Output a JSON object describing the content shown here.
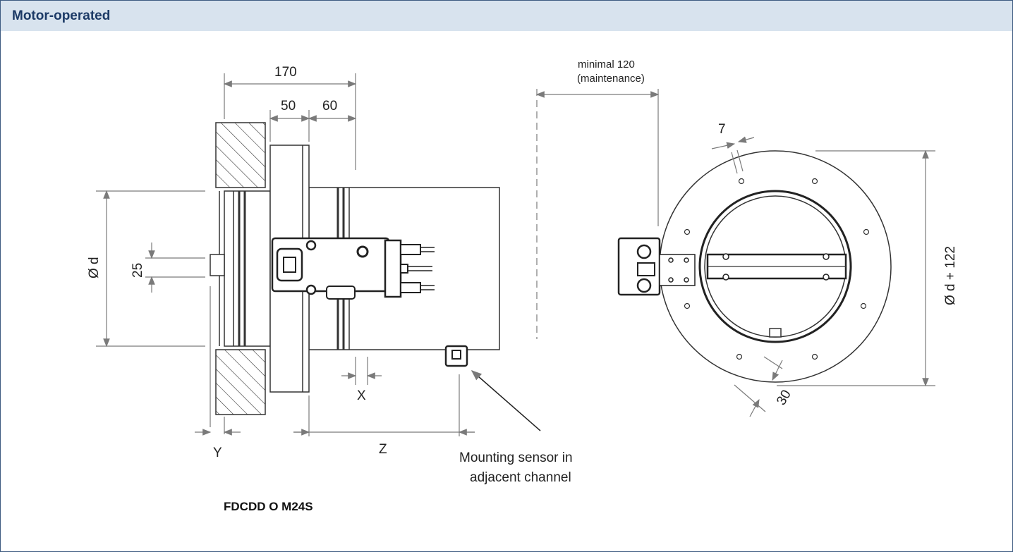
{
  "header": {
    "title": "Motor-operated"
  },
  "side_view": {
    "dim_170": "170",
    "dim_50": "50",
    "dim_60": "60",
    "dim_diameter": "Ø d",
    "dim_25": "25",
    "dim_x": "X",
    "dim_y": "Y",
    "dim_z": "Z",
    "sensor_note_line1": "Mounting sensor in",
    "sensor_note_line2": "adjacent channel",
    "model": "FDCDD O M24S"
  },
  "front_view": {
    "clearance_line1": "minimal 120",
    "clearance_line2": "(maintenance)",
    "dim_7": "7",
    "dim_outer": "Ø d + 122",
    "dim_30": "30"
  },
  "colors": {
    "header_bg": "#d8e3ee",
    "header_text": "#1c3a66",
    "frame": "#3d5a80",
    "dim_line": "#7a7a7a"
  }
}
